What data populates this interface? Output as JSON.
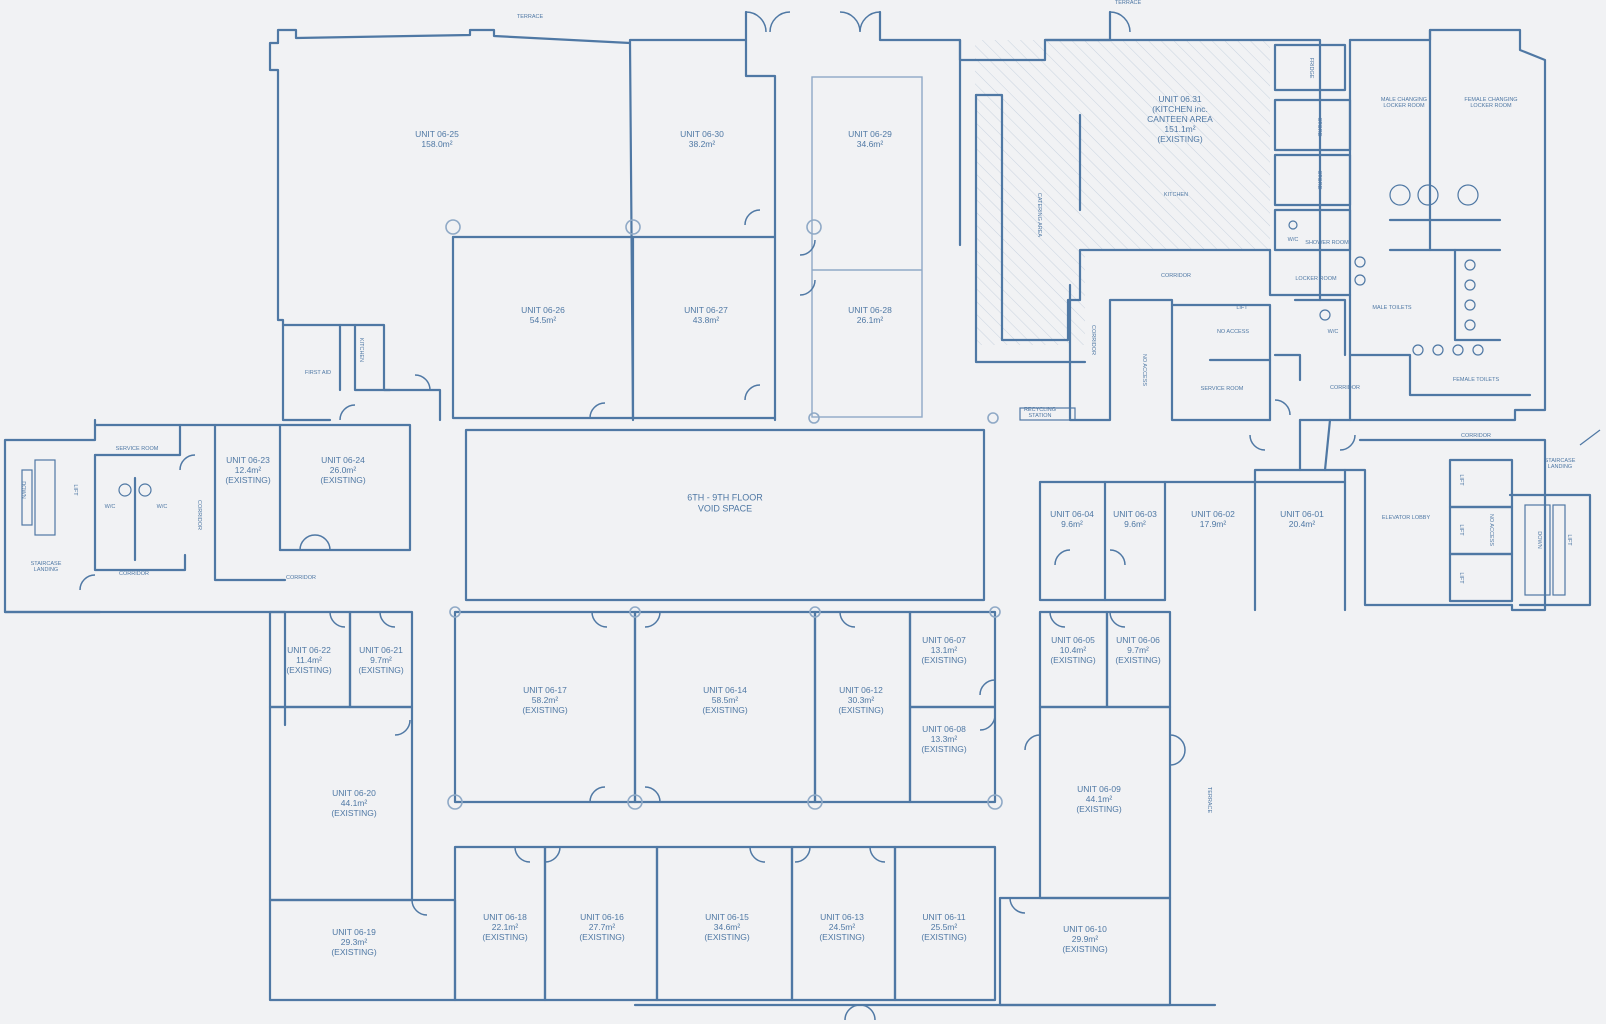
{
  "plan": {
    "units": [
      {
        "id": "u25",
        "lines": [
          "UNIT 06-25",
          "158.0m²"
        ]
      },
      {
        "id": "u30",
        "lines": [
          "UNIT 06-30",
          "38.2m²"
        ]
      },
      {
        "id": "u29",
        "lines": [
          "UNIT 06-29",
          "34.6m²"
        ]
      },
      {
        "id": "u31",
        "lines": [
          "UNIT 06.31",
          "(KITCHEN inc.",
          "CANTEEN AREA",
          "151.1m²",
          "(EXISTING)"
        ]
      },
      {
        "id": "u26",
        "lines": [
          "UNIT 06-26",
          "54.5m²"
        ]
      },
      {
        "id": "u27",
        "lines": [
          "UNIT 06-27",
          "43.8m²"
        ]
      },
      {
        "id": "u28",
        "lines": [
          "UNIT 06-28",
          "26.1m²"
        ]
      },
      {
        "id": "u23",
        "lines": [
          "UNIT 06-23",
          "12.4m²",
          "(EXISTING)"
        ]
      },
      {
        "id": "u24",
        "lines": [
          "UNIT 06-24",
          "26.0m²",
          "(EXISTING)"
        ]
      },
      {
        "id": "void",
        "lines": [
          "6TH - 9TH FLOOR",
          "VOID SPACE"
        ]
      },
      {
        "id": "u04",
        "lines": [
          "UNIT 06-04",
          "9.6m²"
        ]
      },
      {
        "id": "u03",
        "lines": [
          "UNIT 06-03",
          "9.6m²"
        ]
      },
      {
        "id": "u02",
        "lines": [
          "UNIT 06-02",
          "17.9m²"
        ]
      },
      {
        "id": "u01",
        "lines": [
          "UNIT 06-01",
          "20.4m²"
        ]
      },
      {
        "id": "u22",
        "lines": [
          "UNIT 06-22",
          "11.4m²",
          "(EXISTING)"
        ]
      },
      {
        "id": "u21",
        "lines": [
          "UNIT 06-21",
          "9.7m²",
          "(EXISTING)"
        ]
      },
      {
        "id": "u17",
        "lines": [
          "UNIT 06-17",
          "58.2m²",
          "(EXISTING)"
        ]
      },
      {
        "id": "u14",
        "lines": [
          "UNIT 06-14",
          "58.5m²",
          "(EXISTING)"
        ]
      },
      {
        "id": "u12",
        "lines": [
          "UNIT 06-12",
          "30.3m²",
          "(EXISTING)"
        ]
      },
      {
        "id": "u07",
        "lines": [
          "UNIT 06-07",
          "13.1m²",
          "(EXISTING)"
        ]
      },
      {
        "id": "u08",
        "lines": [
          "UNIT 06-08",
          "13.3m²",
          "(EXISTING)"
        ]
      },
      {
        "id": "u05",
        "lines": [
          "UNIT 06-05",
          "10.4m²",
          "(EXISTING)"
        ]
      },
      {
        "id": "u06",
        "lines": [
          "UNIT 06-06",
          "9.7m²",
          "(EXISTING)"
        ]
      },
      {
        "id": "u20",
        "lines": [
          "UNIT 06-20",
          "44.1m²",
          "(EXISTING)"
        ]
      },
      {
        "id": "u09",
        "lines": [
          "UNIT 06-09",
          "44.1m²",
          "(EXISTING)"
        ]
      },
      {
        "id": "u19",
        "lines": [
          "UNIT 06-19",
          "29.3m²",
          "(EXISTING)"
        ]
      },
      {
        "id": "u18",
        "lines": [
          "UNIT 06-18",
          "22.1m²",
          "(EXISTING)"
        ]
      },
      {
        "id": "u16",
        "lines": [
          "UNIT 06-16",
          "27.7m²",
          "(EXISTING)"
        ]
      },
      {
        "id": "u15",
        "lines": [
          "UNIT 06-15",
          "34.6m²",
          "(EXISTING)"
        ]
      },
      {
        "id": "u13",
        "lines": [
          "UNIT 06-13",
          "24.5m²",
          "(EXISTING)"
        ]
      },
      {
        "id": "u11",
        "lines": [
          "UNIT 06-11",
          "25.5m²",
          "(EXISTING)"
        ]
      },
      {
        "id": "u10",
        "lines": [
          "UNIT 06-10",
          "29.9m²",
          "(EXISTING)"
        ]
      }
    ],
    "rooms": [
      {
        "id": "terrace1",
        "text": "TERRACE"
      },
      {
        "id": "terrace2",
        "text": "TERRACE"
      },
      {
        "id": "terrace3",
        "text": "TERRACE"
      },
      {
        "id": "first_aid",
        "text": "FIRST AID"
      },
      {
        "id": "kitchen_small",
        "text": "KITCHEN"
      },
      {
        "id": "service_room_w",
        "text": "SERVICE ROOM"
      },
      {
        "id": "wc1",
        "text": "W/C"
      },
      {
        "id": "wc2",
        "text": "W/C"
      },
      {
        "id": "corridor_w1",
        "text": "CORRIDOR"
      },
      {
        "id": "corridor_w2",
        "text": "CORRIDOR"
      },
      {
        "id": "corridor_w3",
        "text": "CORRIDOR"
      },
      {
        "id": "staircase_w",
        "text": "STAIRCASE LANDING"
      },
      {
        "id": "lift_w",
        "text": "LIFT"
      },
      {
        "id": "down_w",
        "text": "DOWN"
      },
      {
        "id": "catering",
        "text": "CATERING AREA"
      },
      {
        "id": "kitchen_big",
        "text": "KITCHEN"
      },
      {
        "id": "fridge",
        "text": "FRIDGE"
      },
      {
        "id": "store1",
        "text": "STORE"
      },
      {
        "id": "store2",
        "text": "STORE"
      },
      {
        "id": "wc3",
        "text": "W/C"
      },
      {
        "id": "shower",
        "text": "SHOWER ROOM"
      },
      {
        "id": "locker",
        "text": "LOCKER ROOM"
      },
      {
        "id": "corridor_n",
        "text": "CORRIDOR"
      },
      {
        "id": "corridor_v",
        "text": "CORRIDOR"
      },
      {
        "id": "no_access1",
        "text": "NO ACCESS"
      },
      {
        "id": "no_access2",
        "text": "NO ACCESS"
      },
      {
        "id": "lift_n",
        "text": "LIFT"
      },
      {
        "id": "wc4",
        "text": "W/C"
      },
      {
        "id": "service_room_e",
        "text": "SERVICE ROOM"
      },
      {
        "id": "corridor_e1",
        "text": "CORRIDOR"
      },
      {
        "id": "recycling",
        "text": "RECYCLING STATION"
      },
      {
        "id": "male_changing",
        "text": "MALE CHANGING LOCKER ROOM"
      },
      {
        "id": "female_changing",
        "text": "FEMALE CHANGING LOCKER ROOM"
      },
      {
        "id": "male_toilets",
        "text": "MALE TOILETS"
      },
      {
        "id": "female_toilets",
        "text": "FEMALE TOILETS"
      },
      {
        "id": "corridor_e2",
        "text": "CORRIDOR"
      },
      {
        "id": "elevator_lobby",
        "text": "ELEVATOR LOBBY"
      },
      {
        "id": "lift_e1",
        "text": "LIFT"
      },
      {
        "id": "lift_e2",
        "text": "LIFT"
      },
      {
        "id": "lift_e3",
        "text": "LIFT"
      },
      {
        "id": "no_access3",
        "text": "NO ACCESS"
      },
      {
        "id": "staircase_e",
        "text": "STAIRCASE LANDING"
      },
      {
        "id": "down_e",
        "text": "DOWN"
      },
      {
        "id": "lift_e4",
        "text": "LIFT"
      }
    ]
  }
}
